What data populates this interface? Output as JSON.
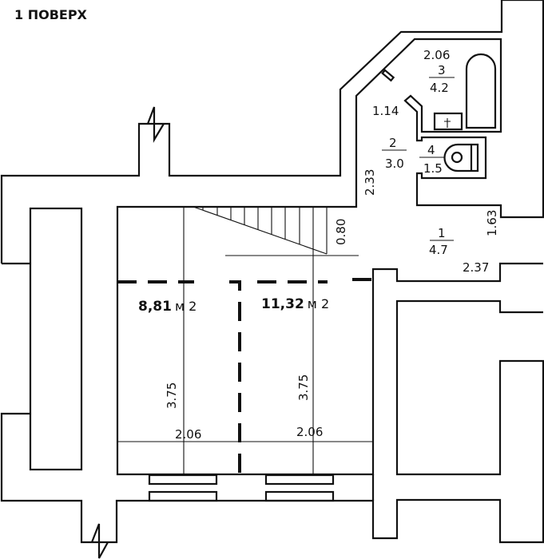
{
  "title": "1 ПОВЕРХ",
  "rooms": [
    {
      "number": "1",
      "area": "4.7"
    },
    {
      "number": "2",
      "area": "3.0"
    },
    {
      "number": "3",
      "area": "4.2"
    },
    {
      "number": "4",
      "area": "1.5"
    }
  ],
  "dimensions": {
    "bath_width": "2.06",
    "corridor_width": "1.14",
    "hall_depth": "2.33",
    "stair_offset": "0.80",
    "hall_right": "1.63",
    "hall_bottom": "2.37",
    "left_room_height": "3.75",
    "right_room_height": "3.75",
    "left_room_width": "2.06",
    "right_room_width": "2.06"
  },
  "zones": [
    {
      "area": "8,81",
      "unit": "м 2"
    },
    {
      "area": "11,32",
      "unit": "м 2"
    }
  ]
}
